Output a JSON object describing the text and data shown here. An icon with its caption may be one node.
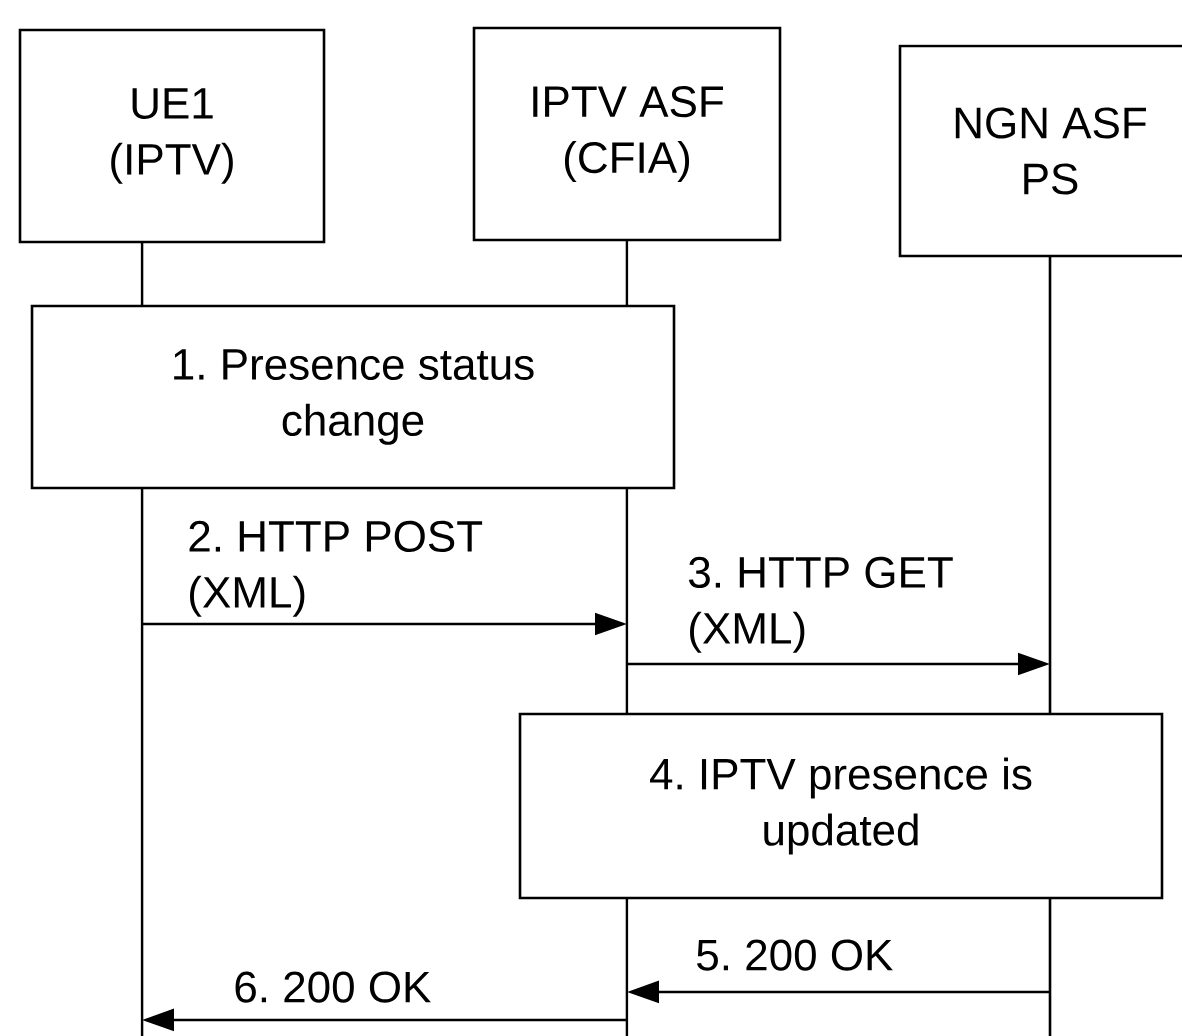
{
  "diagram": {
    "nodes": [
      {
        "text": [
          "UE1 (IPTV)"
        ]
      },
      {
        "text": [
          "IPTV ASF (CFIA)"
        ]
      },
      {
        "text": [
          "NGN ASF PS"
        ]
      },
      {
        "text": [
          "1. Presence status change"
        ]
      },
      {
        "text": [
          "4. IPTV presence is updated"
        ]
      }
    ],
    "edges": [
      {
        "from": 0,
        "to": 1,
        "arrow": "to",
        "label": "2. HTTP POST (XML)"
      },
      {
        "from": 1,
        "to": 2,
        "arrow": "to",
        "label": "3. HTTP GET (XML)"
      },
      {
        "from": 2,
        "to": 1,
        "arrow": "to",
        "label": "5. 200 OK"
      },
      {
        "from": 1,
        "to": 0,
        "arrow": "to",
        "label": "6. 200 OK"
      }
    ]
  }
}
